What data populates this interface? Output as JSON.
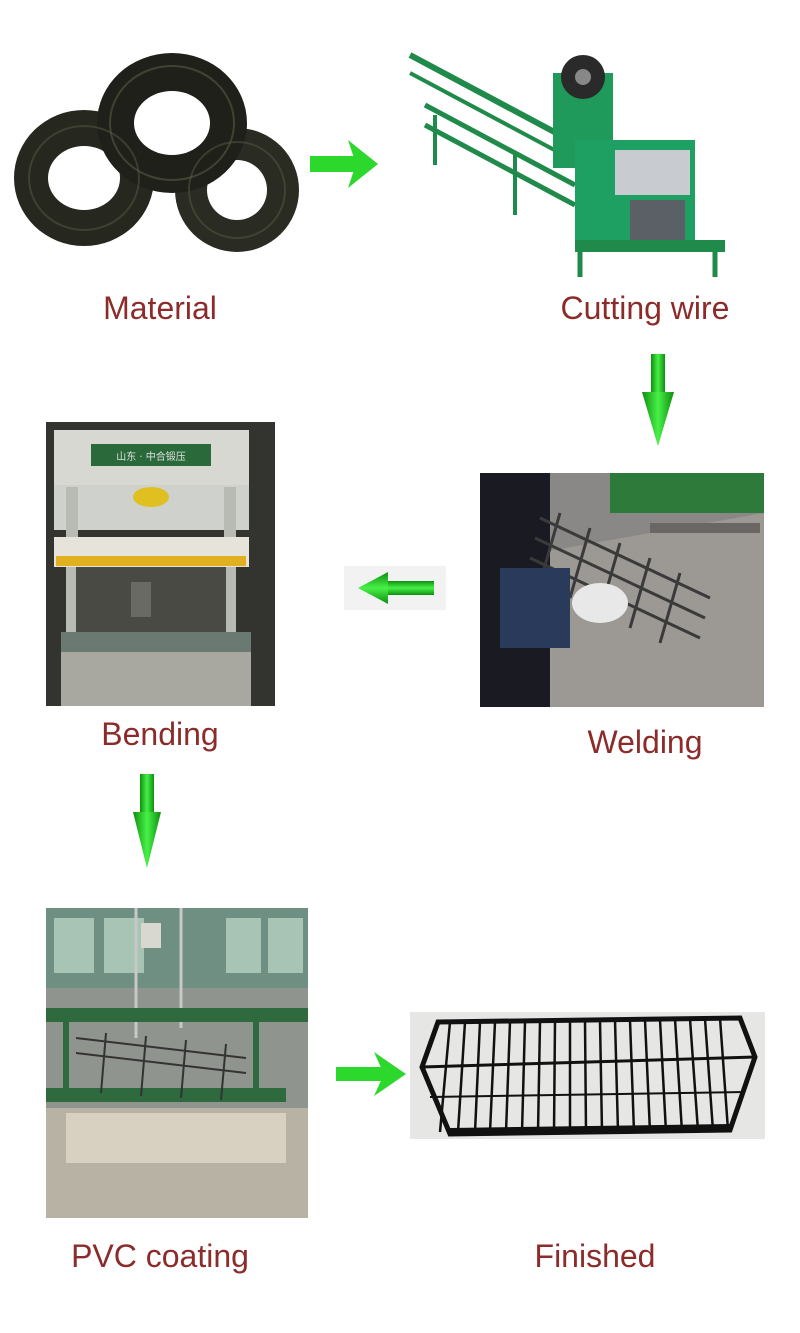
{
  "steps": [
    {
      "label": "Material",
      "image": "wire-coils-photo"
    },
    {
      "label": "Cutting wire",
      "image": "wire-straightening-cutting-machine-photo"
    },
    {
      "label": "Welding",
      "image": "welding-wire-grid-photo"
    },
    {
      "label": "Bending",
      "image": "hydraulic-press-photo"
    },
    {
      "label": "PVC coating",
      "image": "pvc-dip-coating-tank-photo"
    },
    {
      "label": "Finished",
      "image": "black-wire-basket-photo"
    }
  ],
  "press_sign_text": "山东 · 中合锻压",
  "colors": {
    "label_text": "#8b2c2a",
    "arrow_green": "#2bd82b",
    "arrow_green_dark": "#0f8f0f"
  },
  "arrows": [
    {
      "from": "Material",
      "to": "Cutting wire",
      "direction": "right"
    },
    {
      "from": "Cutting wire",
      "to": "Welding",
      "direction": "down"
    },
    {
      "from": "Welding",
      "to": "Bending",
      "direction": "left"
    },
    {
      "from": "Bending",
      "to": "PVC coating",
      "direction": "down"
    },
    {
      "from": "PVC coating",
      "to": "Finished",
      "direction": "right"
    }
  ]
}
